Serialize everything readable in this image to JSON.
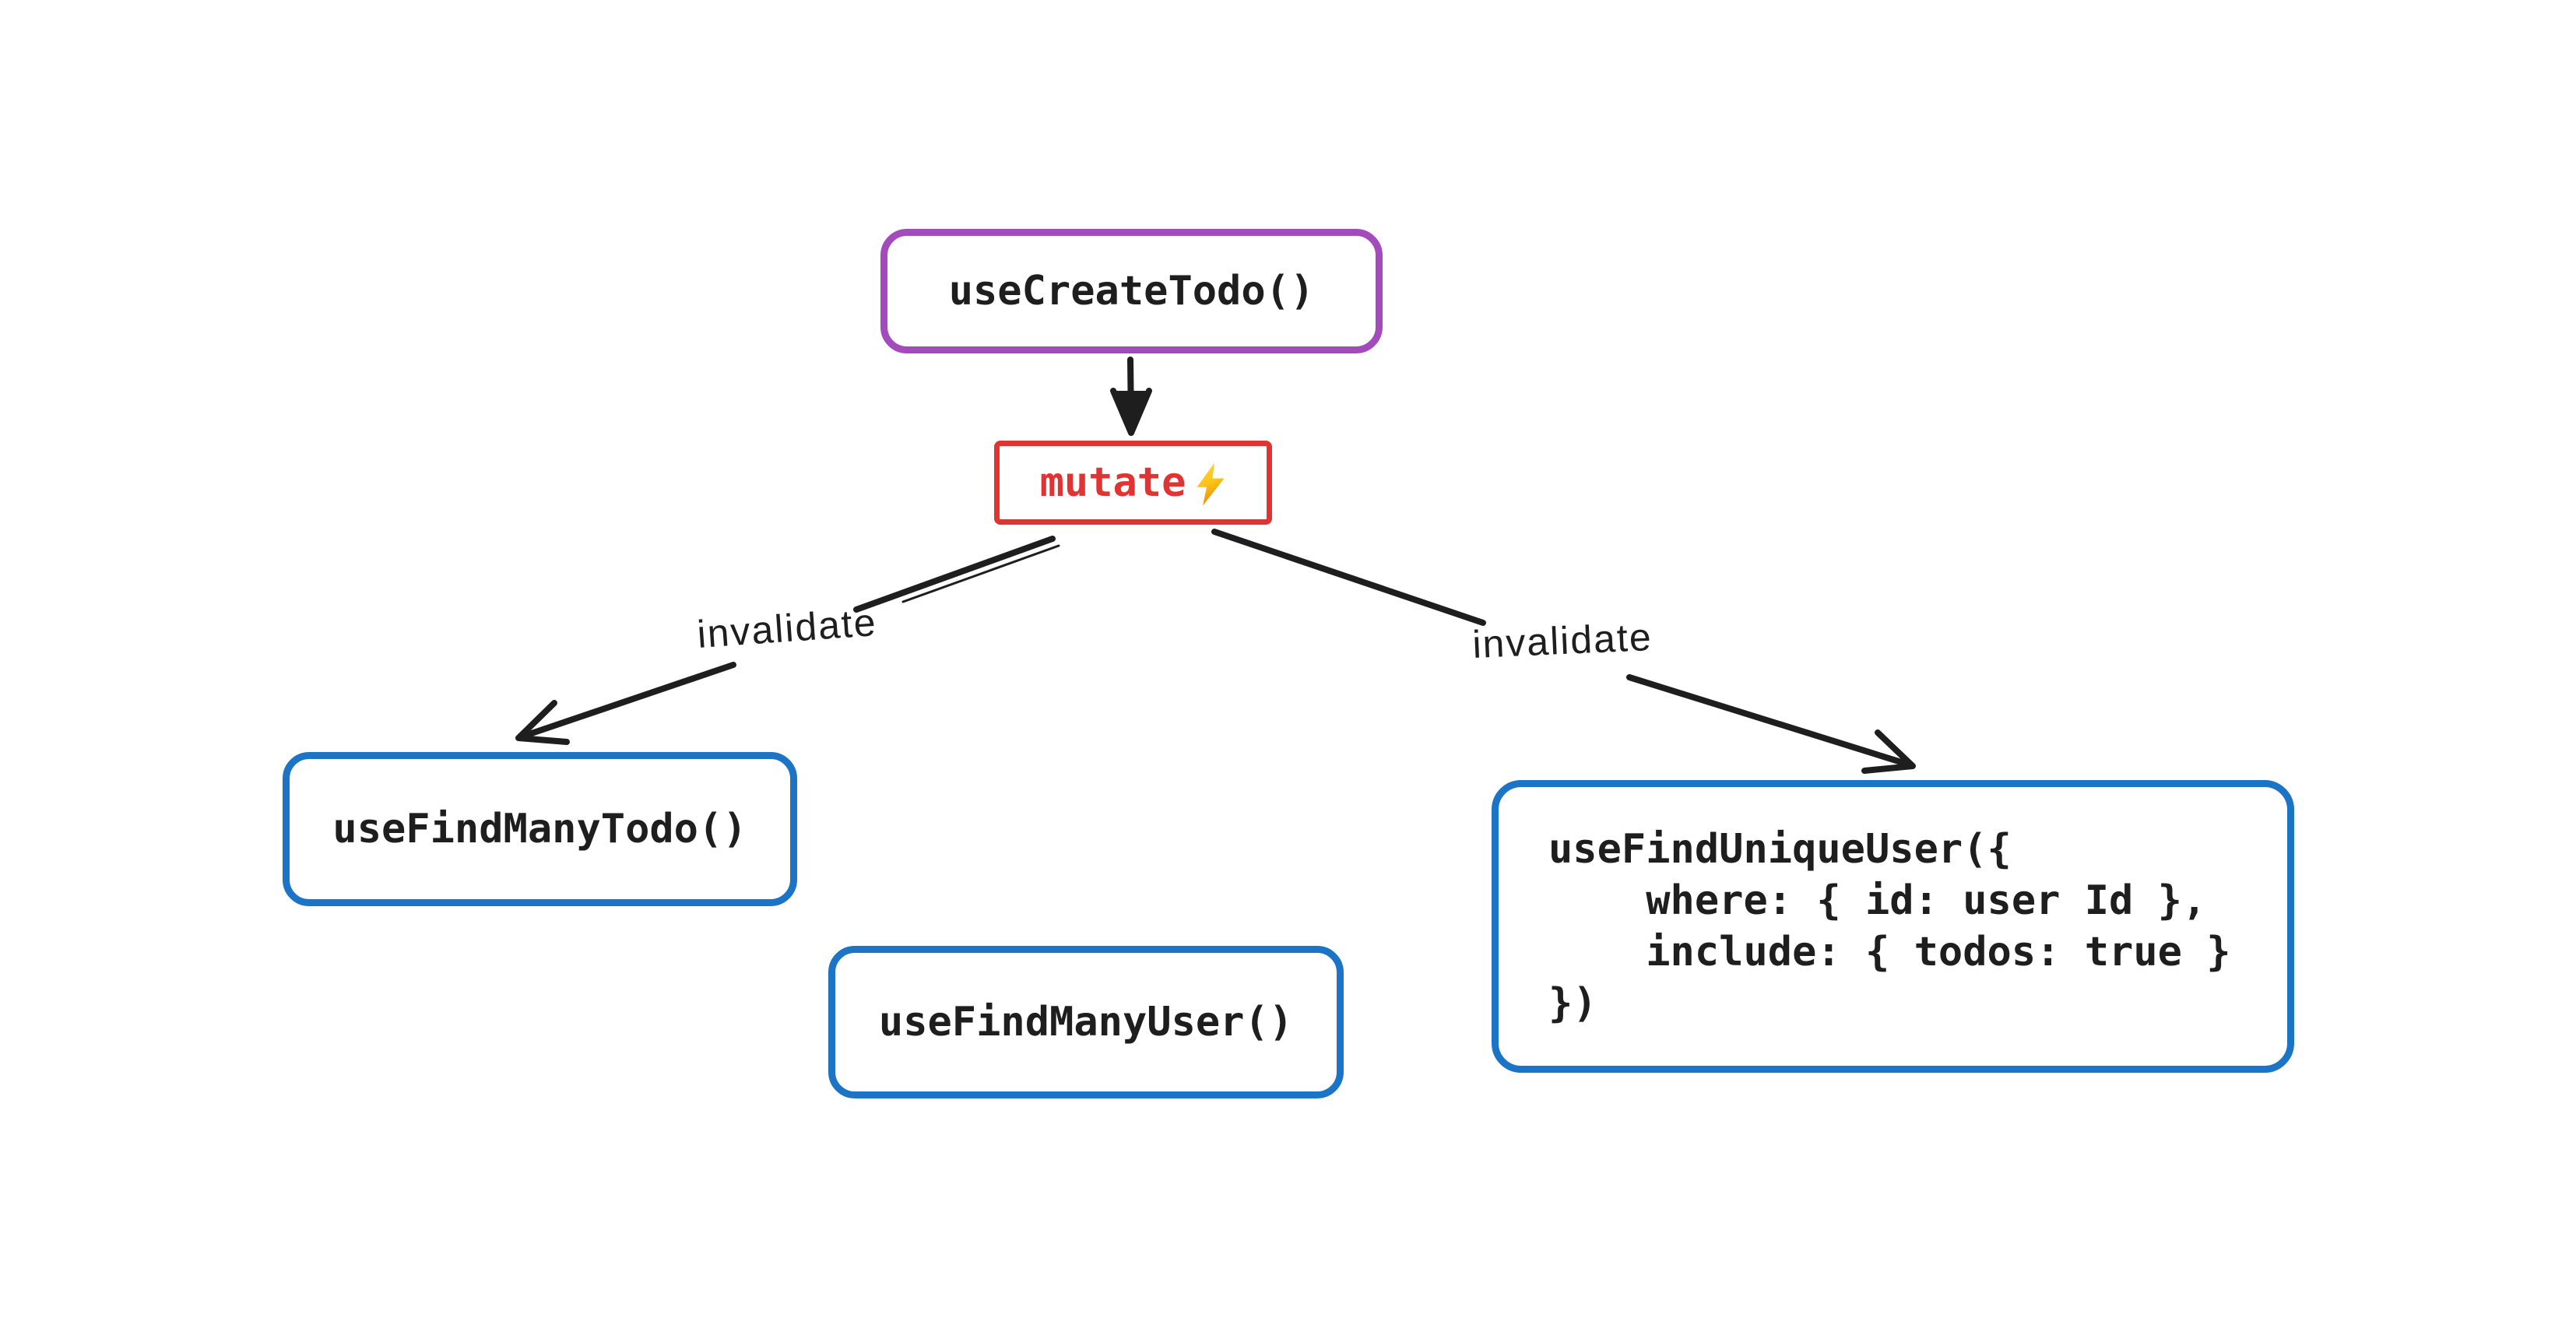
{
  "canvas": {
    "background": "#ffffff"
  },
  "colors": {
    "purple_border": "#a34bbd",
    "red_border": "#e23232",
    "blue_border": "#1b74c5",
    "ink": "#1e1e1e",
    "bolt_yellow": "#ffd43b",
    "bolt_orange": "#f08c00"
  },
  "nodes": {
    "create_todo": {
      "label": "useCreateTodo()"
    },
    "mutate": {
      "label": "mutate",
      "icon": "lightning-bolt-icon"
    },
    "find_many_todo": {
      "label": "useFindManyTodo()"
    },
    "find_many_user": {
      "label": "useFindManyUser()"
    },
    "find_unique_user": {
      "code": "useFindUniqueUser({\n    where: { id: user Id },\n    include: { todos: true }\n})"
    }
  },
  "edges": {
    "create_to_mutate": {
      "label": ""
    },
    "mutate_to_find_many_todo": {
      "label": "invalidate"
    },
    "mutate_to_find_unique_user": {
      "label": "invalidate"
    }
  }
}
